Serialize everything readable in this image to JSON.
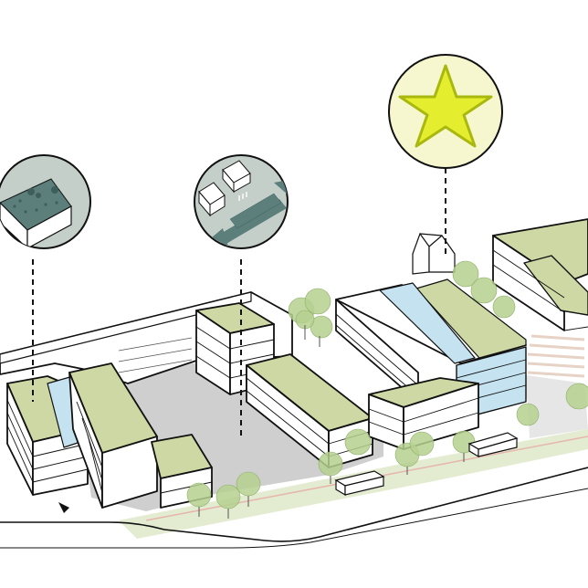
{
  "diagram": {
    "type": "isometric-urban-massing-diagram",
    "colors": {
      "background": "#ffffff",
      "roof_green": "#cdd8a4",
      "facade_white": "#ffffff",
      "glass_blue": "#c4e2ef",
      "ground_gray": "#cfcfcf",
      "road_gray": "#bcbcbc",
      "tree_green": "#b5d08f",
      "callout_fill": "#c5cfca",
      "callout_dark": "#5d7f7c",
      "star_fill": "#e4ee2e",
      "star_bg": "#f7f7cf",
      "outline": "#111111"
    },
    "callouts": [
      {
        "name": "green-roof-callout",
        "icon": "green-roof-building-icon"
      },
      {
        "name": "connection-callout",
        "icon": "two-way-connection-arrow-icon"
      },
      {
        "name": "landmark-callout",
        "icon": "star-icon"
      }
    ]
  }
}
